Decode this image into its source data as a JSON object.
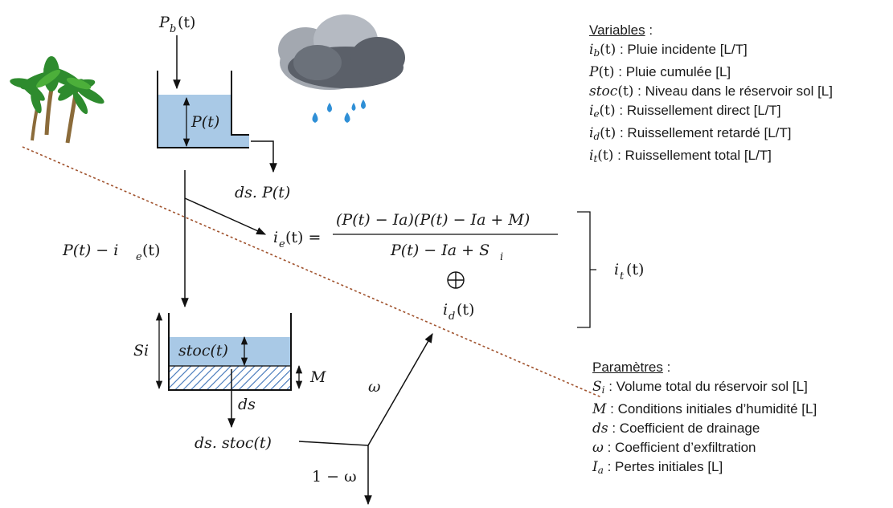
{
  "variables": {
    "title": "Variables",
    "items": [
      {
        "sym": "i",
        "sub": "b",
        "arg": "(t)",
        "desc": ": Pluie incidente [L/T]"
      },
      {
        "sym": "P",
        "sub": "",
        "arg": "(t)",
        "desc": ": Pluie cumulée [L]"
      },
      {
        "sym": "stoc",
        "sub": "",
        "arg": "(t)",
        "desc": ": Niveau dans le réservoir sol [L]"
      },
      {
        "sym": "i",
        "sub": "e",
        "arg": "(t)",
        "desc": ": Ruissellement direct [L/T]"
      },
      {
        "sym": "i",
        "sub": "d",
        "arg": "(t)",
        "desc": ": Ruissellement retardé [L/T]"
      },
      {
        "sym": "i",
        "sub": "t",
        "arg": "(t)",
        "desc": ": Ruissellement total [L/T]"
      }
    ]
  },
  "parametres": {
    "title": "Paramètres",
    "items": [
      {
        "sym": "S",
        "sub": "i",
        "arg": "",
        "desc": ": Volume total du réservoir sol [L]"
      },
      {
        "sym": "M",
        "sub": "",
        "arg": "",
        "desc": ": Conditions initiales d’humidité [L]"
      },
      {
        "sym": "ds",
        "sub": "",
        "arg": "",
        "desc": ": Coefficient de drainage"
      },
      {
        "sym": "ω",
        "sub": "",
        "arg": "",
        "desc": ": Coefficient d’exfiltration"
      },
      {
        "sym": "I",
        "sub": "a",
        "arg": "",
        "desc": ": Pertes initiales [L]"
      }
    ]
  },
  "labels": {
    "pb": "P",
    "pb_sub": "b",
    "pb_arg": "(t)",
    "p_tank": "P(t)",
    "ds_p": "ds. P(t)",
    "p_minus_ie_a": "P(t) − i",
    "p_minus_ie_sub": "e",
    "p_minus_ie_b": "(t)",
    "ie_lhs_a": "i",
    "ie_lhs_sub": "e",
    "ie_lhs_b": "(t) =",
    "numerator": "(P(t) − Ia)(P(t) − Ia + M)",
    "denominator_a": "P(t) − Ia + S",
    "denominator_sub": "i",
    "id_a": "i",
    "id_sub": "d",
    "id_b": "(t)",
    "it_a": "i",
    "it_sub": "t",
    "it_b": "(t)",
    "si": "Si",
    "stoc": "stoc(t)",
    "m": "M",
    "ds": "ds",
    "ds_stoc": "ds. stoc(t)",
    "omega": "ω",
    "one_minus_omega": "1 − ω"
  },
  "colors": {
    "water": "#a9c9e6",
    "tank_wall": "#111111",
    "ground_line": "#a0522d",
    "hatch": "#3e73b8",
    "cloud_dark": "#5b6069",
    "cloud_light": "#a3a8b0",
    "rain": "#2f8fd6",
    "palm_leaf": "#2e8b2e",
    "palm_trunk": "#8b6b3a"
  }
}
